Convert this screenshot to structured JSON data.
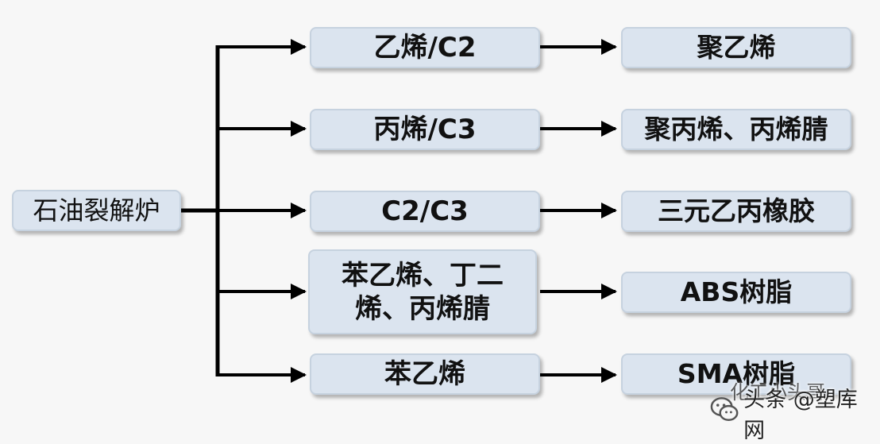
{
  "diagram": {
    "source": "石油裂解炉",
    "intermediates": [
      "乙烯/C2",
      "丙烯/C3",
      "C2/C3",
      "苯乙烯、丁二烯、丙烯腈",
      "苯乙烯"
    ],
    "products": [
      "聚乙烯",
      "聚丙烯、丙烯腈",
      "三元乙丙橡胶",
      "ABS树脂",
      "SMA树脂"
    ]
  },
  "watermark": {
    "top_text": "化工小头哥",
    "main_text": "头条 @塑库网",
    "icon": "wechat-icon"
  },
  "colors": {
    "box_fill": "#dbe4ef",
    "box_border": "#c6d2df",
    "arrow": "#000000",
    "background": "#f7f7f7"
  }
}
